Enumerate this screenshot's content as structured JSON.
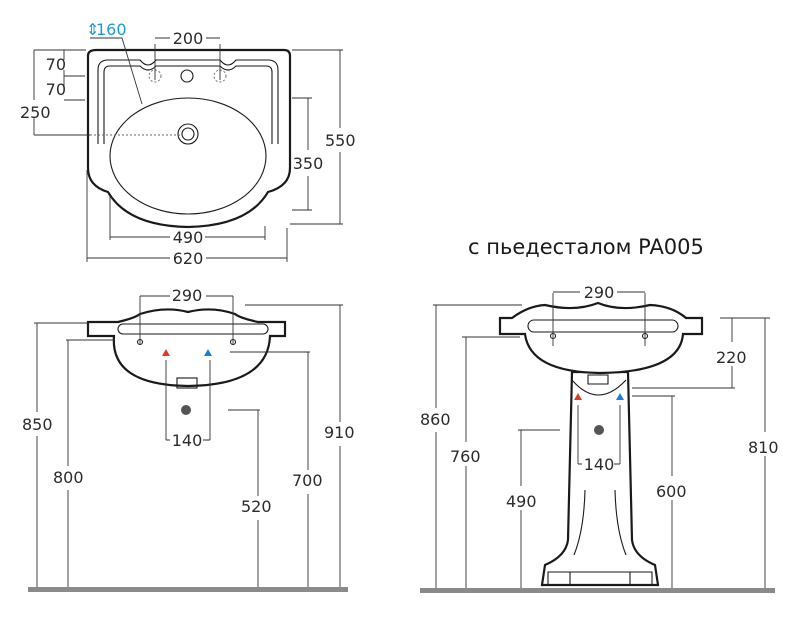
{
  "title": "с пьедесталом PA005",
  "top_view": {
    "tap_height": "160",
    "tap_spacing": "200",
    "dim_70a": "70",
    "dim_70b": "70",
    "dim_250": "250",
    "dim_350": "350",
    "dim_550": "550",
    "dim_490": "490",
    "dim_620": "620"
  },
  "front_view": {
    "dim_290": "290",
    "dim_140": "140",
    "dim_850": "850",
    "dim_800": "800",
    "dim_520": "520",
    "dim_700": "700",
    "dim_910": "910"
  },
  "pedestal_view": {
    "dim_290": "290",
    "dim_220": "220",
    "dim_140": "140",
    "dim_860": "860",
    "dim_760": "760",
    "dim_490": "490",
    "dim_600": "600",
    "dim_810": "810"
  },
  "colors": {
    "hot": "#e0392b",
    "cold": "#1a7fd6",
    "accent": "#1a9ad6"
  }
}
